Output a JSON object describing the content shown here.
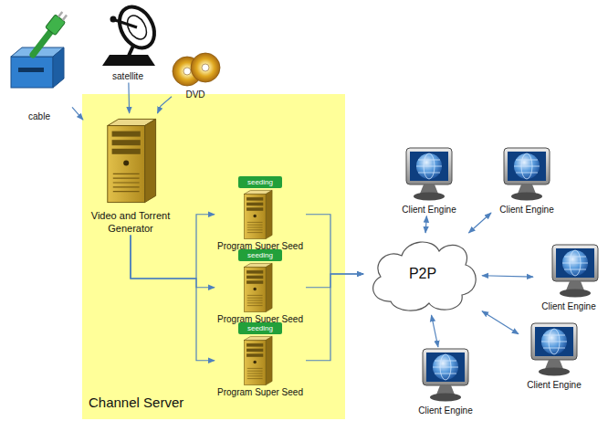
{
  "diagram": {
    "nodes": [
      {
        "text": [
          "cable"
        ]
      },
      {
        "text": [
          "satellite"
        ]
      },
      {
        "text": [
          "DVD"
        ]
      },
      {
        "text": [
          "Channel Server"
        ]
      },
      {
        "text": [
          "Video and Torrent Generator"
        ],
        "in": 3
      },
      {
        "text": [
          "seeding",
          "Program Super Seed"
        ],
        "in": 3
      },
      {
        "text": [
          "seeding",
          "Program Super Seed"
        ],
        "in": 3
      },
      {
        "text": [
          "seeding",
          "Program Super Seed"
        ],
        "in": 3
      },
      {
        "text": [
          "P2P"
        ]
      },
      {
        "text": [
          "Client Engine"
        ]
      },
      {
        "text": [
          "Client Engine"
        ]
      },
      {
        "text": [
          "Client Engine"
        ]
      },
      {
        "text": [
          "Client Engine"
        ]
      },
      {
        "text": [
          "Client Engine"
        ]
      }
    ],
    "edges": [
      {
        "from": 0,
        "to": 4,
        "arrow": "to"
      },
      {
        "from": 1,
        "to": 4,
        "arrow": "to"
      },
      {
        "from": 2,
        "to": 4,
        "arrow": "to"
      },
      {
        "from": 4,
        "to": 5,
        "arrow": "to"
      },
      {
        "from": 4,
        "to": 6,
        "arrow": "to"
      },
      {
        "from": 4,
        "to": 7,
        "arrow": "to"
      },
      {
        "from": 5,
        "to": 8,
        "arrow": "to"
      },
      {
        "from": 6,
        "to": 8,
        "arrow": "to"
      },
      {
        "from": 7,
        "to": 8,
        "arrow": "to"
      },
      {
        "from": 8,
        "to": 9,
        "arrow": "both"
      },
      {
        "from": 8,
        "to": 10,
        "arrow": "both"
      },
      {
        "from": 8,
        "to": 11,
        "arrow": "both"
      },
      {
        "from": 8,
        "to": 12,
        "arrow": "both"
      },
      {
        "from": 8,
        "to": 13,
        "arrow": "both"
      }
    ]
  }
}
